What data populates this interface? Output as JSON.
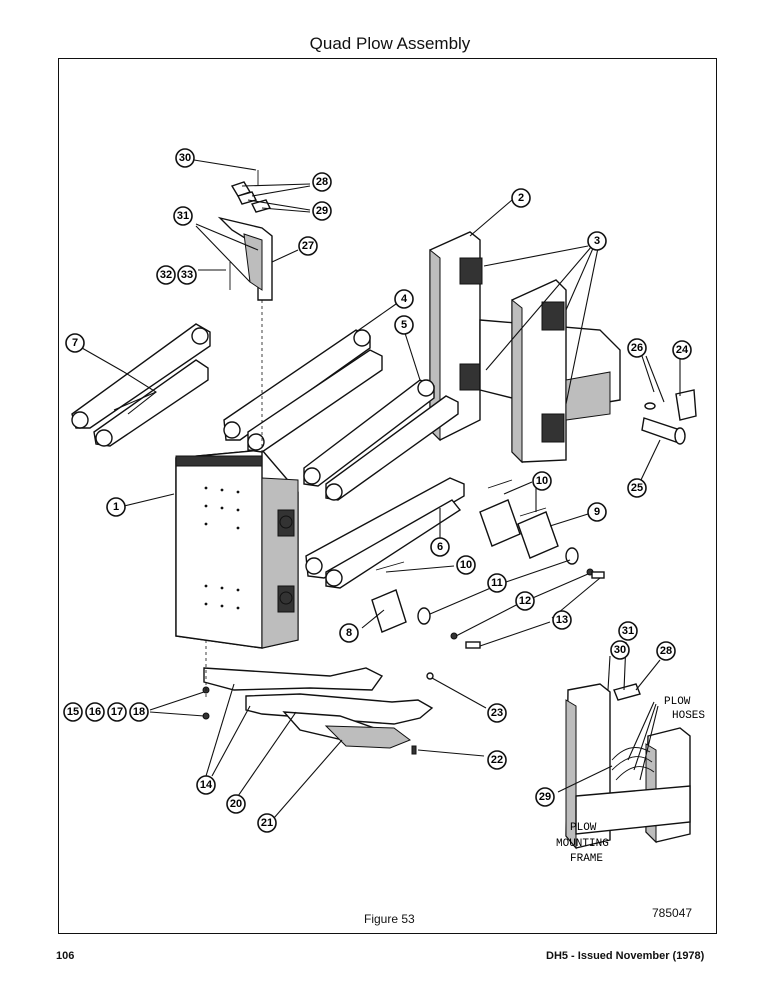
{
  "title": "Quad Plow Assembly",
  "figure_label": "Figure 53",
  "drawing_number": "785047",
  "page_number": "106",
  "issue_note": "DH5 - Issued November (1978)",
  "callouts": [
    "1",
    "2",
    "3",
    "4",
    "5",
    "6",
    "7",
    "8",
    "9",
    "10",
    "11",
    "12",
    "13",
    "14",
    "15",
    "16",
    "17",
    "18",
    "20",
    "21",
    "22",
    "23",
    "24",
    "25",
    "26",
    "27",
    "28",
    "29",
    "30",
    "31",
    "32",
    "33"
  ],
  "inset_labels": {
    "plow_hoses_line1": "PLOW",
    "plow_hoses_line2": "HOSES",
    "mounting_line1": "PLOW",
    "mounting_line2": "MOUNTING",
    "mounting_line3": "FRAME"
  }
}
